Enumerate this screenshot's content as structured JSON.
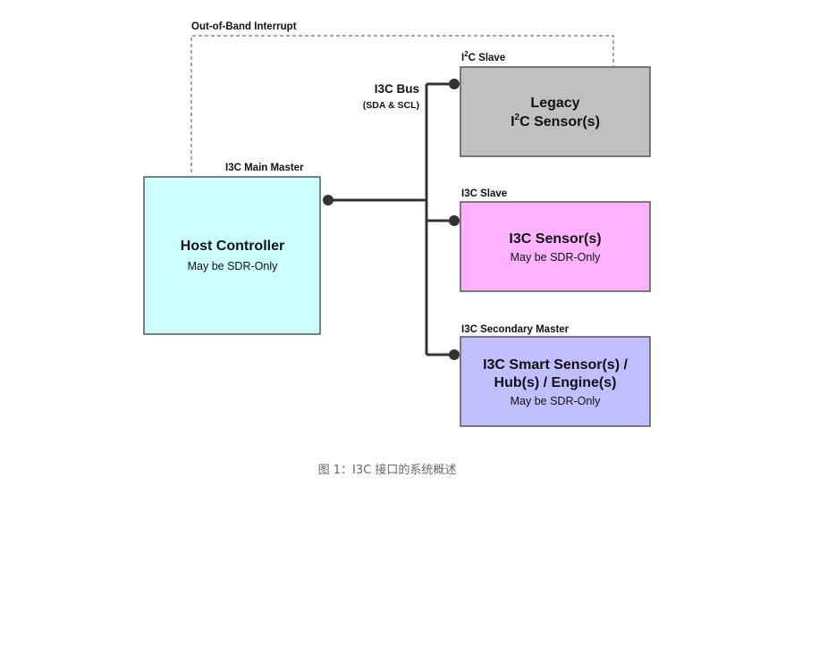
{
  "diagram": {
    "oob_label": "Out-of-Band Interrupt",
    "bus": {
      "title": "I3C Bus",
      "subtitle": "(SDA & SCL)"
    },
    "host": {
      "role": "I3C Main Master",
      "title": "Host Controller",
      "subtitle": "May be SDR-Only",
      "fill": "#ccffff"
    },
    "legacy": {
      "role_prefix": "I",
      "role_sup": "2",
      "role_suffix": "C Slave",
      "title_line1": "Legacy",
      "title_line2_prefix": "I",
      "title_line2_sup": "2",
      "title_line2_suffix": "C Sensor(s)",
      "fill": "#c0c0c0"
    },
    "sensor": {
      "role": "I3C Slave",
      "title": "I3C Sensor(s)",
      "subtitle": "May be SDR-Only",
      "fill": "#ffb3ff"
    },
    "smart": {
      "role": "I3C Secondary Master",
      "title_line1": "I3C Smart Sensor(s) /",
      "title_line2": "Hub(s) / Engine(s)",
      "subtitle": "May be SDR-Only",
      "fill": "#c0c0ff"
    }
  },
  "caption": "图 1：I3C 接口的系统概述"
}
